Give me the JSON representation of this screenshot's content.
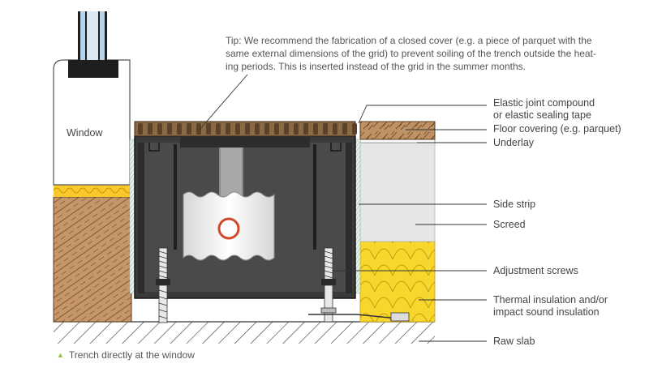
{
  "tip": {
    "lines": [
      "Tip: We recommend the fabrication of a closed cover (e.g. a piece of parquet with the",
      "same external dimensions of the grid) to prevent soiling of the trench outside the heat-",
      "ing periods. This is inserted instead of the grid in the summer months."
    ]
  },
  "window_label": "Window",
  "labels": {
    "elastic_joint_1": "Elastic joint compound",
    "elastic_joint_2": "or elastic sealing tape",
    "floor_covering": "Floor covering (e.g. parquet)",
    "underlay": "Underlay",
    "side_strip": "Side strip",
    "screed": "Screed",
    "adjustment_screws": "Adjustment screws",
    "thermal_1": "Thermal insulation and/or",
    "thermal_2": "impact sound insulation",
    "raw_slab": "Raw slab"
  },
  "caption": "Trench directly at the window",
  "colors": {
    "accent_green": "#8cc63f",
    "wood": "#b88a5c",
    "insulation": "#f5d027",
    "trench": "#3a3a3a",
    "screed": "#e6e6e6"
  }
}
